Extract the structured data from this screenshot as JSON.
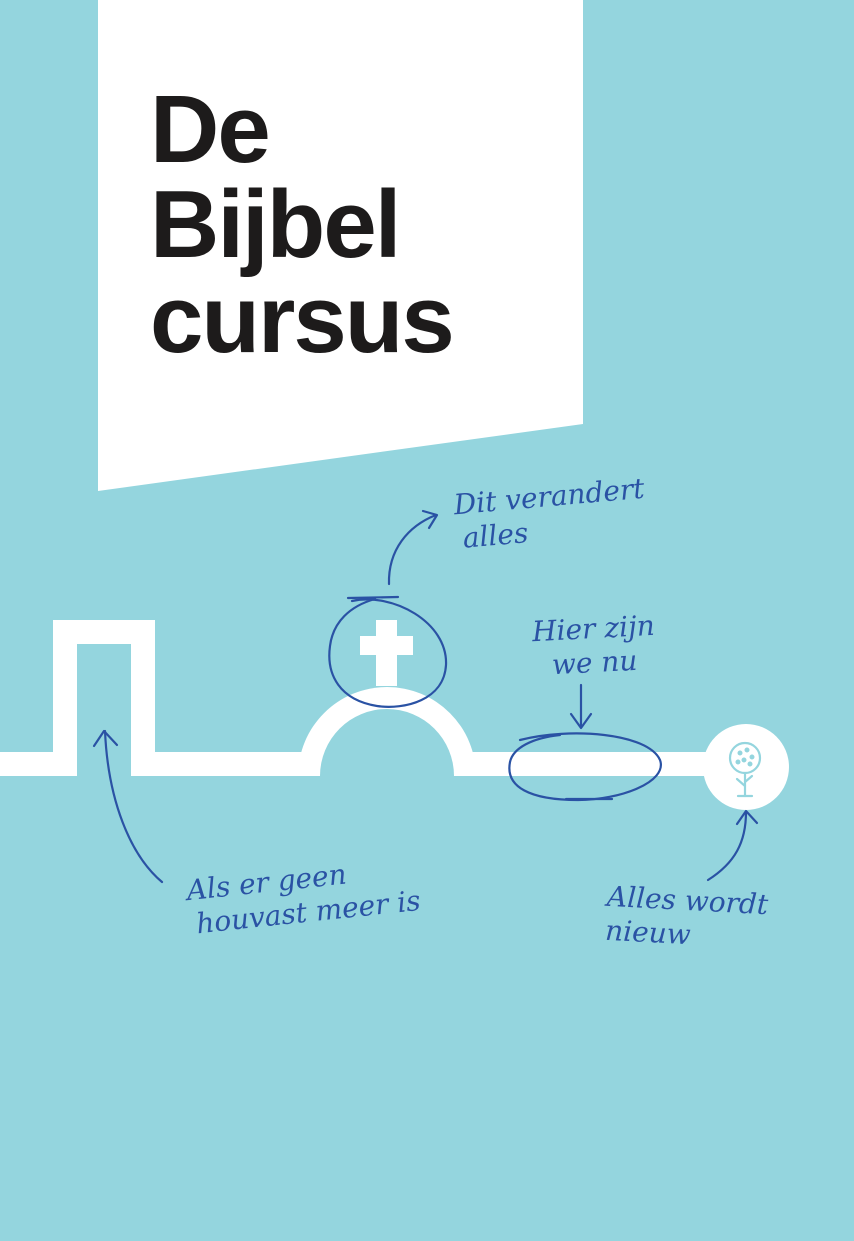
{
  "cover": {
    "title_lines": [
      "De",
      "Bijbel",
      "cursus"
    ]
  },
  "annotations": {
    "changes_everything": [
      "Dit verandert",
      "alles"
    ],
    "we_are_here": [
      "Hier zijn",
      "we nu"
    ],
    "no_hold": [
      "Als er geen",
      "houvast meer is"
    ],
    "all_new": [
      "Alles wordt",
      "nieuw"
    ]
  },
  "colors": {
    "background": "#94d5de",
    "panel": "#ffffff",
    "title_text": "#1d1b1b",
    "ink": "#2a52a4",
    "tree": "#94d5de"
  },
  "icons": [
    "cross-icon",
    "tree-icon"
  ]
}
